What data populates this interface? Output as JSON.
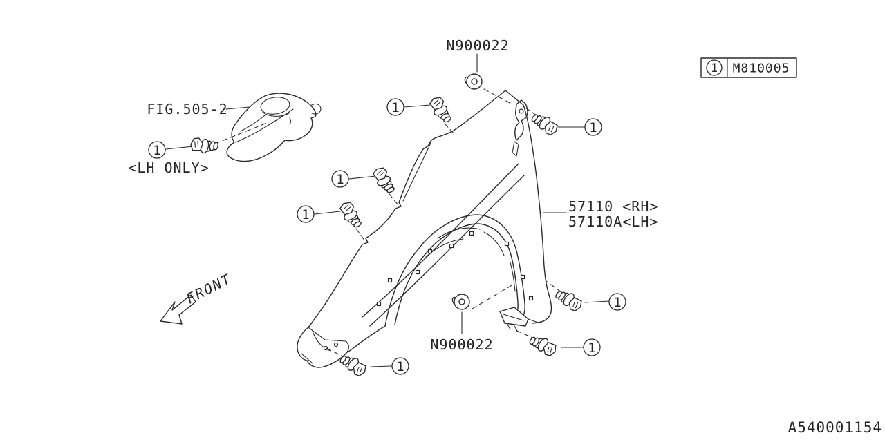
{
  "diagram": {
    "code": "A540001154"
  },
  "legend": {
    "callout_number": "1",
    "part_number": "M810005"
  },
  "labels": {
    "clip_nut_top": "N900022",
    "clip_nut_bottom": "N900022",
    "figure_reference": "FIG.505-2",
    "lh_only_note": "<LH ONLY>",
    "fender_part_rh": "57110 <RH>",
    "fender_part_lh": "57110A<LH>",
    "front_direction": "FRONT"
  },
  "colors": {
    "line": "#2b2b2b",
    "background": "#ffffff"
  }
}
